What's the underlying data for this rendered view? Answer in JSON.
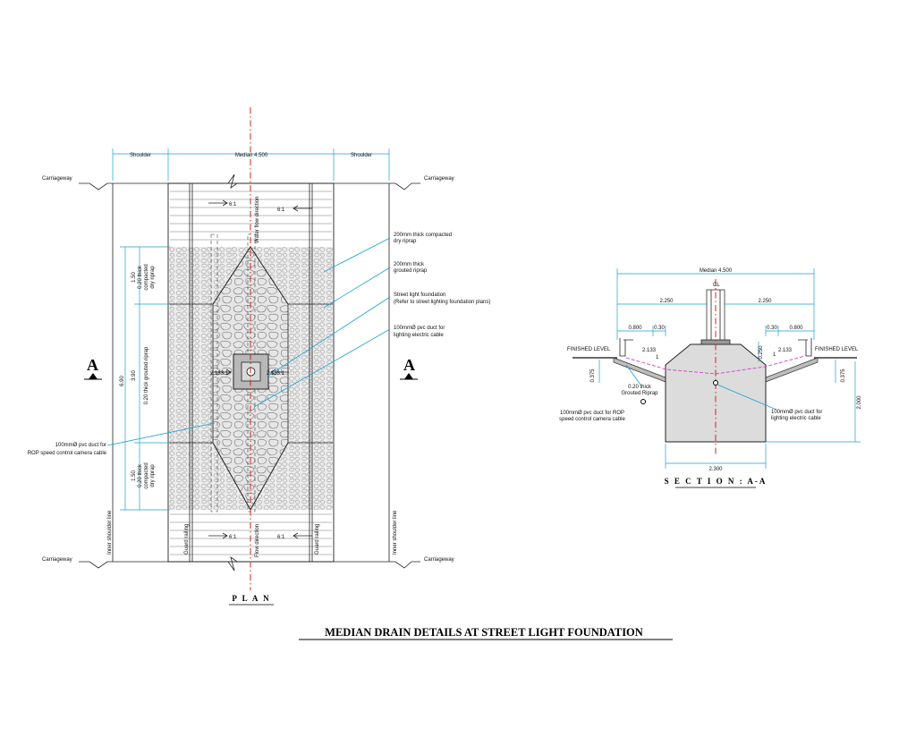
{
  "title": "MEDIAN DRAIN DETAILS AT STREET LIGHT FOUNDATION",
  "plan": {
    "label": "P L A N",
    "section_marker": "A",
    "dims_top": {
      "shoulder_left": "Shoulder",
      "median": "Median 4.500",
      "shoulder_right": "Shoulder"
    },
    "carriageway": "Carriageway",
    "slopes": {
      "top_left": "6:1",
      "top_right": "6:1",
      "bottom_left": "6:1",
      "bottom_right": "6:1",
      "mid_left": "2.133:1",
      "mid_right": "2.133:1"
    },
    "vertical_labels": {
      "water_flow": "Water flow direction",
      "flow": "Flow direction",
      "guard_left": "Guard railing",
      "guard_right": "Guard railing",
      "inner_left": "Inner shoulder line",
      "inner_right": "Inner shoulder line",
      "total": "6.90",
      "upper_1": "1.50",
      "upper_2": "0.20 thick",
      "upper_3": "compacted",
      "upper_4": "dry riprap",
      "mid_1": "3.90",
      "mid_2": "0.20 thick grouted riprap",
      "lower_1": "1.50",
      "lower_2": "0.20 thick",
      "lower_3": "compacted",
      "lower_4": "dry riprap"
    },
    "notes": {
      "compacted_1": "200mm thick compacted",
      "compacted_2": "dry riprap",
      "grouted_1": "200mm thick",
      "grouted_2": "grouted riprap",
      "foundation_1": "Street light foundation",
      "foundation_2": "(Refer to street lighting foundation plans)",
      "duct_1": "100mmØ pvc duct for",
      "duct_2": "lighting electric cable",
      "rop_1": "100mmØ pvc duct for",
      "rop_2": "ROP speed control camera cable"
    }
  },
  "section": {
    "label": "S E C T I O N : A-A",
    "median": "Median 4.500",
    "half_left": "2.250",
    "half_right": "2.250",
    "d0800_left": "0.800",
    "d030_left": "0.30",
    "d030_right": "0.30",
    "d0800_right": "0.800",
    "finished_left": "FINISHED LEVEL",
    "finished_right": "FINISHED LEVEL",
    "slope_left": "2.133",
    "slope_left_one": "1",
    "slope_right": "2.133",
    "slope_right_one": "1",
    "d0250": "0.250",
    "d0375_left": "0.375",
    "d0375_right": "0.375",
    "d2000": "2.000",
    "d2300": "2.300",
    "cl": "CL",
    "grouted_1": "0.20 thick",
    "grouted_2": "Grouted Riprap",
    "rop_1": "100mmØ pvc duct for ROP",
    "rop_2": "speed control camera cable",
    "light_1": "100mmØ pvc duct for",
    "light_2": "lighting electric cable"
  }
}
